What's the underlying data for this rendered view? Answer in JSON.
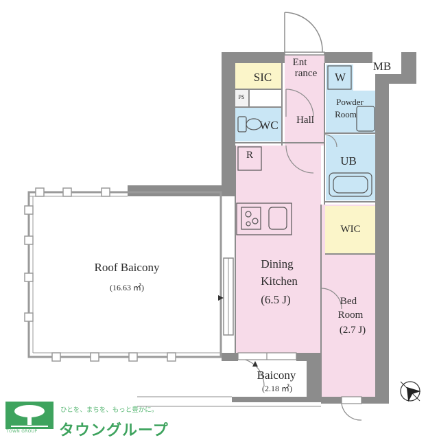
{
  "rooms": {
    "mb": "MB",
    "sic": "SIC",
    "ps": "PS",
    "wc": "WC",
    "hall": "Hall",
    "entrance_line1": "Ent",
    "entrance_line2": "rance",
    "w": "W",
    "powder_line1": "Powder",
    "powder_line2": "Room",
    "ub": "UB",
    "r": "R",
    "wic": "WIC",
    "dk_line1": "Dining",
    "dk_line2": "Kitchen",
    "dk_size": "(6.5 J)",
    "bed_line1": "Bed",
    "bed_line2": "Room",
    "bed_size": "(2.7 J)",
    "roof_name": "Roof Baicony",
    "roof_area": "(16.63 ㎡)",
    "bal_name": "Baicony",
    "bal_area": "(2.18 ㎡)"
  },
  "logo": {
    "tagline": "ひとを、まちを、もっと豊かに。",
    "brand": "タウングループ",
    "company": "TOWN GROUP"
  },
  "colors": {
    "wall": "#8c8c8c",
    "pink": "#f7dbe9",
    "blue": "#c9e6f5",
    "yellow": "#fbf5c9",
    "brand_green": "#3ea35e"
  },
  "compass": "north-arrow"
}
